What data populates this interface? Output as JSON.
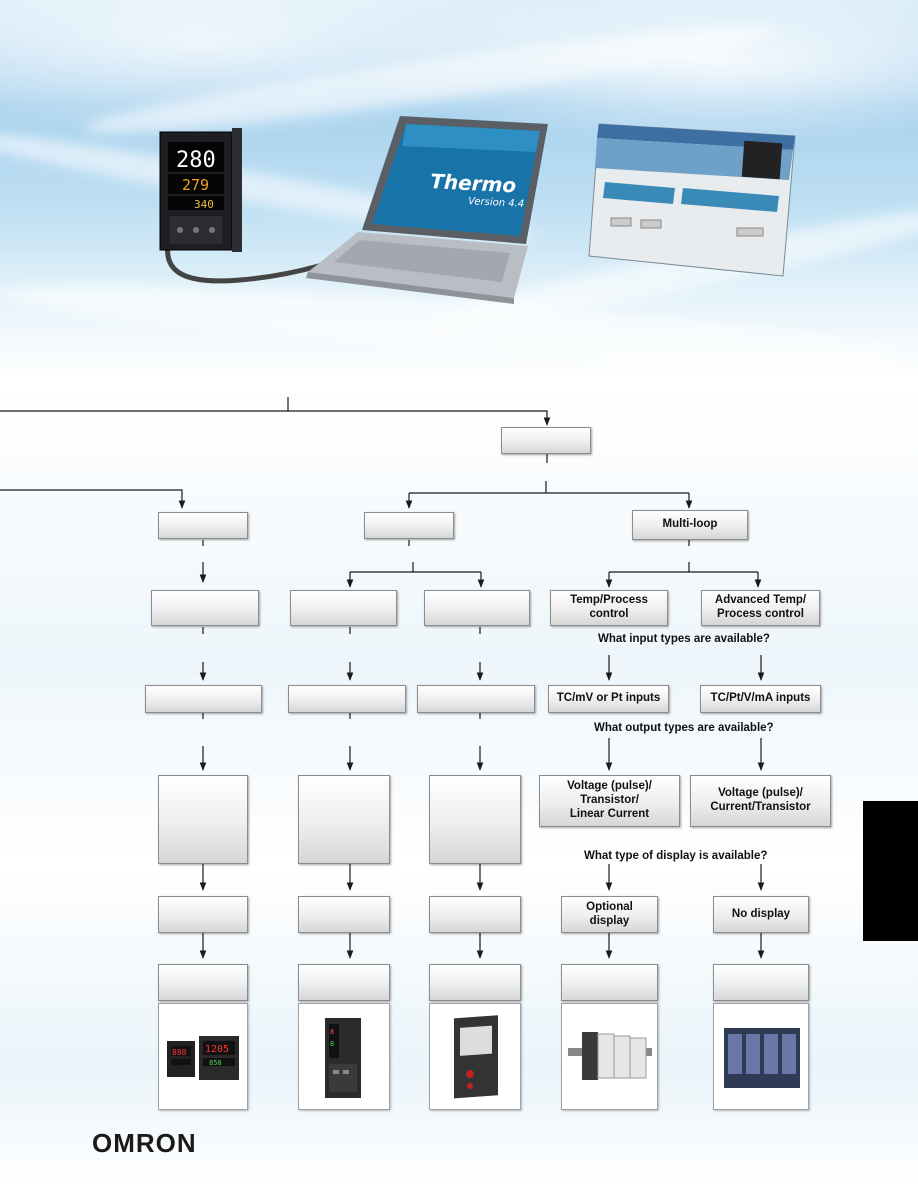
{
  "flowchart": {
    "multi_loop_label": "Multi-loop",
    "temp_process_label": "Temp/Process\ncontrol",
    "advanced_label": "Advanced Temp/\nProcess control",
    "q_input": "What input types are available?",
    "inputs_left": "TC/mV or Pt inputs",
    "inputs_right": "TC/Pt/V/mA inputs",
    "q_output": "What output types are available?",
    "outputs_left": "Voltage (pulse)/\nTransistor/\nLinear Current",
    "outputs_right": "Voltage (pulse)/\nCurrent/Transistor",
    "q_display": "What type of display is available?",
    "display_left": "Optional\ndisplay",
    "display_right": "No display"
  },
  "logo": {
    "text": "OMRON"
  },
  "colors": {
    "box_border": "#8c8c8c",
    "line": "#1a1a1a",
    "tab": "#000000"
  }
}
